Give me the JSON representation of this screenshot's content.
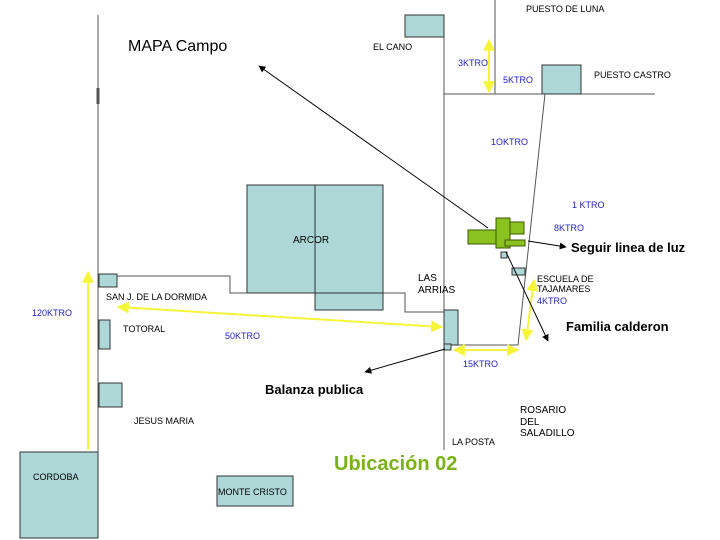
{
  "title": "MAPA Campo",
  "subtitle": "Ubicación 02",
  "places": {
    "puesto_de_luna": "PUESTO DE LUNA",
    "el_cano": "EL CANO",
    "puesto_castro": "PUESTO CASTRO",
    "arcor": "ARCOR",
    "las_arrias": "LAS ARRIAS",
    "escuela": "ESCUELA DE TAJAMARES",
    "san_j_dormida": "SAN J. DE LA DORMIDA",
    "totoral": "TOTORAL",
    "jesus_maria": "JESUS MARIA",
    "cordoba": "CORDOBA",
    "monte_cristo": "MONTE CRISTO",
    "rosario": "ROSARIO DEL SALADILLO",
    "la_posta": "LA POSTA"
  },
  "distances": {
    "d3": "3KTRO",
    "d5": "5KTRO",
    "d10": "1OKTRO",
    "d1": "1 KTRO",
    "d8": "8KTRO",
    "d4": "4KTRO",
    "d120": "120KTRO",
    "d50": "50KTRO",
    "d15": "15KTRO"
  },
  "callouts": {
    "seguir": "Seguir linea de luz",
    "familia": "Familia calderon",
    "balanza": "Balanza publica"
  },
  "colors": {
    "building_fill": "#aed8d8",
    "field_green": "#8cc21f",
    "distance_marker": "#f5f53a",
    "road_line": "#555555",
    "label_blue": "#2222cc",
    "title_green": "#7ab317"
  }
}
